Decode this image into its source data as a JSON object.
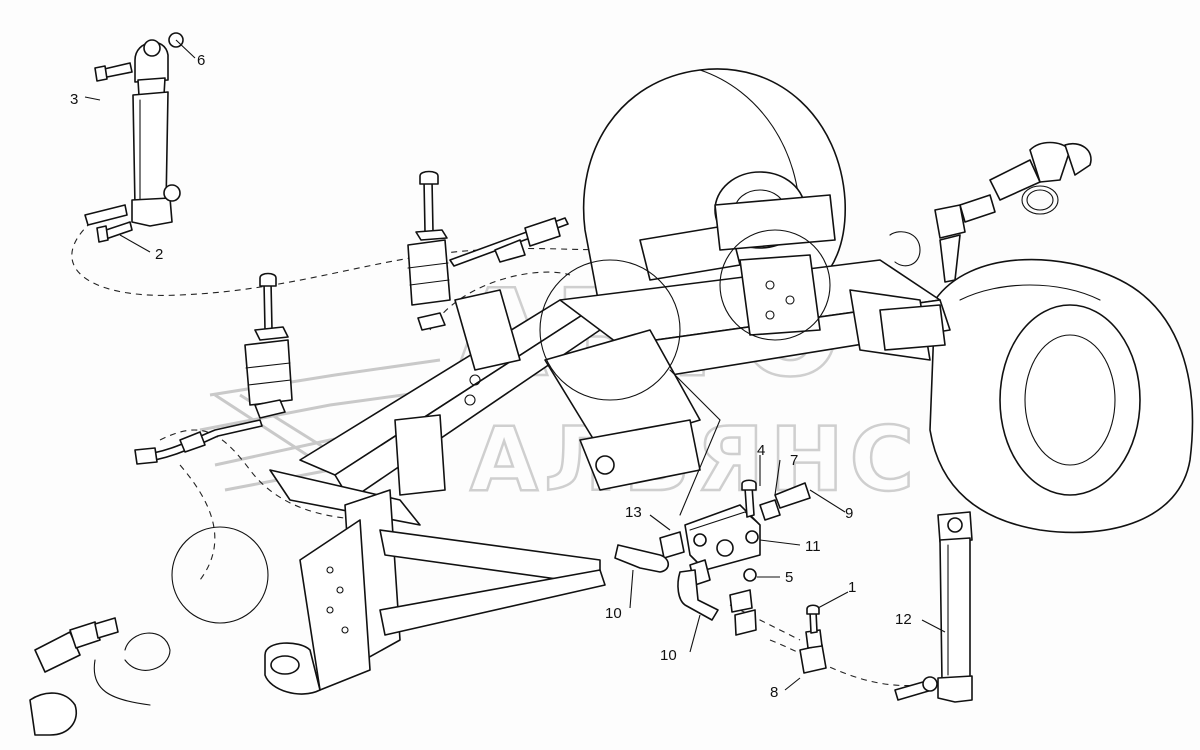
{
  "watermark": {
    "line1": "АВТО",
    "line2": "АЛЬЯНС"
  },
  "callouts": [
    "1",
    "2",
    "3",
    "4",
    "5",
    "6",
    "7",
    "8",
    "9",
    "10",
    "10",
    "11",
    "12",
    "13"
  ]
}
